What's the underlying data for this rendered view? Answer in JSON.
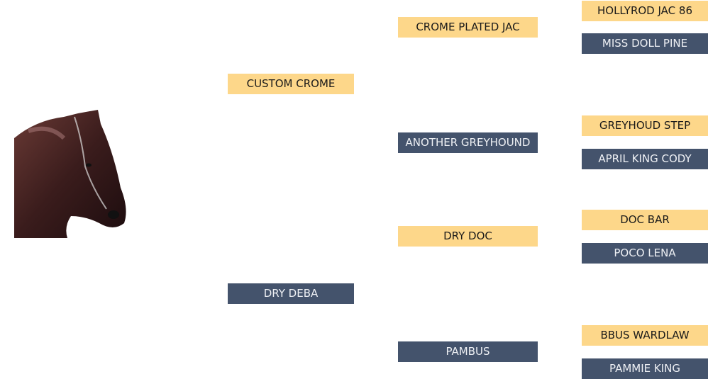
{
  "subject_image": "horse-head-photo",
  "pedigree": {
    "parents": [
      {
        "name": "CUSTOM CROME",
        "sex": "sire"
      },
      {
        "name": "DRY DEBA",
        "sex": "dam"
      }
    ],
    "grandparents": [
      {
        "name": "CROME PLATED JAC",
        "sex": "sire"
      },
      {
        "name": "ANOTHER GREYHOUND",
        "sex": "dam"
      },
      {
        "name": "DRY DOC",
        "sex": "sire"
      },
      {
        "name": "PAMBUS",
        "sex": "dam"
      }
    ],
    "great_grandparents": [
      {
        "name": "HOLLYROD JAC 86",
        "sex": "sire"
      },
      {
        "name": "MISS DOLL PINE",
        "sex": "dam"
      },
      {
        "name": "GREYHOUD STEP",
        "sex": "sire"
      },
      {
        "name": "APRIL KING CODY",
        "sex": "dam"
      },
      {
        "name": "DOC BAR",
        "sex": "sire"
      },
      {
        "name": "POCO LENA",
        "sex": "dam"
      },
      {
        "name": "BBUS WARDLAW",
        "sex": "sire"
      },
      {
        "name": "PAMMIE KING",
        "sex": "dam"
      }
    ]
  },
  "colors": {
    "sire": "#fdd78a",
    "dam": "#44536c"
  }
}
